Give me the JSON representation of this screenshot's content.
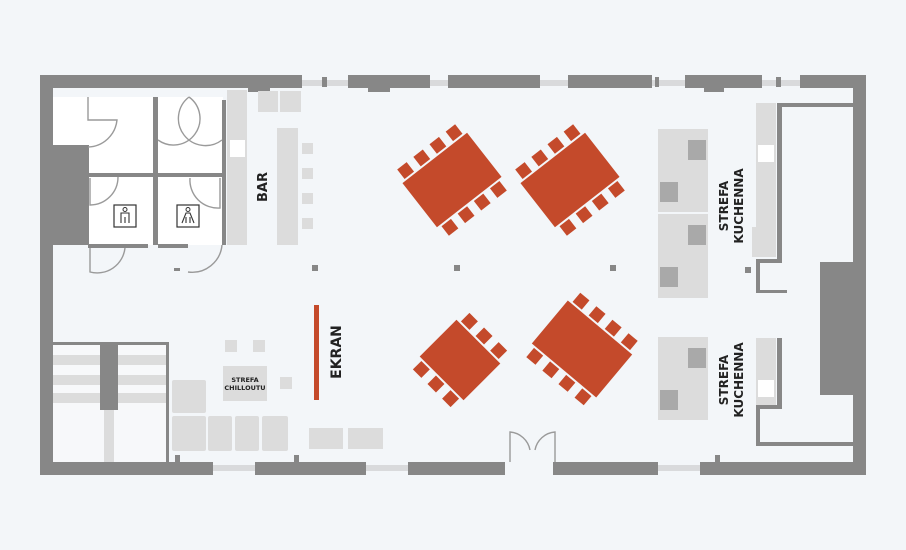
{
  "plan": {
    "labels": {
      "bar": "BAR",
      "screen": "EKRAN",
      "chill_line1": "STREFA",
      "chill_line2": "CHILLOUTU",
      "kitchen1_line1": "STREFA",
      "kitchen1_line2": "KUCHENNA",
      "kitchen2_line1": "STREFA",
      "kitchen2_line2": "KUCHENNA"
    },
    "colors": {
      "tables": "#c44a2b",
      "walls": "#878787",
      "background": "#f3f6f9"
    },
    "tables": [
      {
        "name": "table-top-left",
        "chairs_per_side": 4
      },
      {
        "name": "table-top-right",
        "chairs_per_side": 4
      },
      {
        "name": "table-bottom-left",
        "chairs_per_side": 3
      },
      {
        "name": "table-bottom-right",
        "chairs_per_side": 4
      }
    ],
    "restroom_icons": [
      "male-restroom-icon",
      "female-restroom-icon"
    ]
  }
}
